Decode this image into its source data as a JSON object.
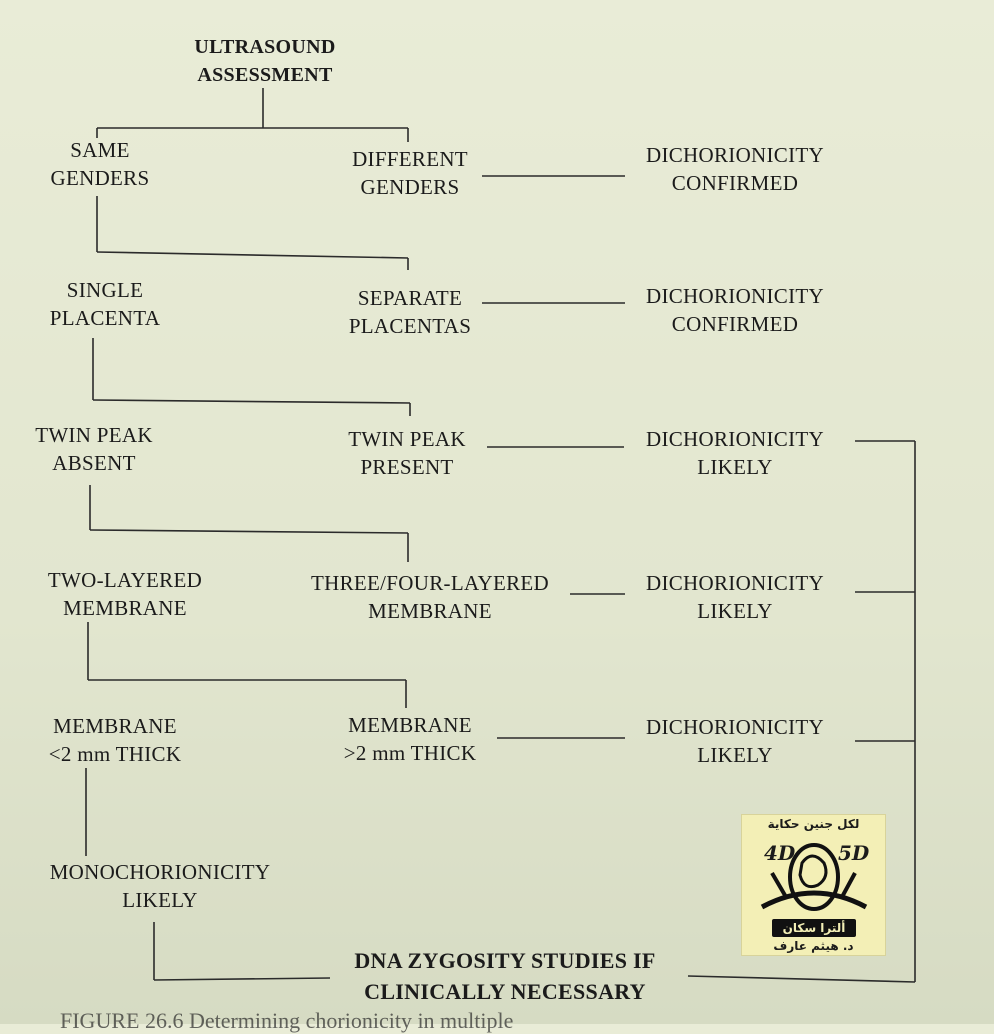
{
  "diagram": {
    "root": [
      "ULTRASOUND",
      "ASSESSMENT"
    ],
    "same_genders": [
      "SAME",
      "GENDERS"
    ],
    "different_genders": [
      "DIFFERENT",
      "GENDERS"
    ],
    "single_placenta": [
      "SINGLE",
      "PLACENTA"
    ],
    "separate_placentas": [
      "SEPARATE",
      "PLACENTAS"
    ],
    "twin_peak_absent": [
      "TWIN PEAK",
      "ABSENT"
    ],
    "twin_peak_present": [
      "TWIN PEAK",
      "PRESENT"
    ],
    "two_layered": [
      "TWO-LAYERED",
      "MEMBRANE"
    ],
    "three_four_layered": [
      "THREE/FOUR-LAYERED",
      "MEMBRANE"
    ],
    "membrane_thin": [
      "MEMBRANE",
      "<2 mm THICK"
    ],
    "membrane_thick": [
      "MEMBRANE",
      ">2 mm THICK"
    ],
    "monochorionicity": [
      "MONOCHORIONICITY",
      "LIKELY"
    ],
    "dichorionicity_confirmed_1": [
      "DICHORIONICITY",
      "CONFIRMED"
    ],
    "dichorionicity_confirmed_2": [
      "DICHORIONICITY",
      "CONFIRMED"
    ],
    "dichorionicity_likely_1": [
      "DICHORIONICITY",
      "LIKELY"
    ],
    "dichorionicity_likely_2": [
      "DICHORIONICITY",
      "LIKELY"
    ],
    "dichorionicity_likely_3": [
      "DICHORIONICITY",
      "LIKELY"
    ],
    "dna_studies": [
      "DNA ZYGOSITY STUDIES IF",
      "CLINICALLY NECESSARY"
    ]
  },
  "logo": {
    "top_text": "لكل جنين حكاية",
    "mark_left": "4D",
    "mark_right": "5D",
    "badge_text": "ألترا سكان",
    "bottom_text": "د. هيثم عارف"
  },
  "caption": "FIGURE 26.6 Determining chorionicity in multiple"
}
